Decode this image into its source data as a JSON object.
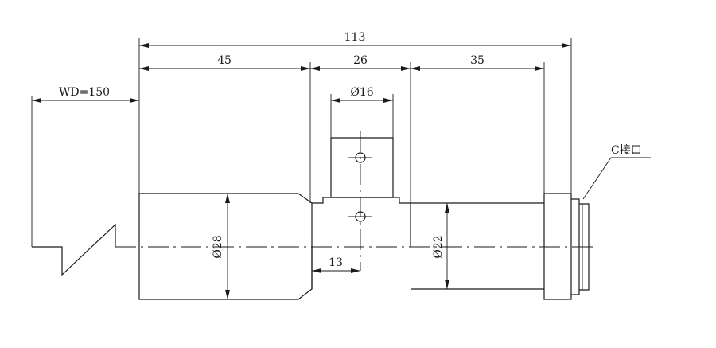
{
  "drawing": {
    "dim_total": "113",
    "dim_seg1": "45",
    "dim_seg2": "26",
    "dim_seg3": "35",
    "dim_wd": "WD=150",
    "dim_port": "Ø16",
    "dim_body": "Ø28",
    "dim_tube": "Ø22",
    "dim_offset": "13",
    "label_c_mount": "C接口"
  }
}
